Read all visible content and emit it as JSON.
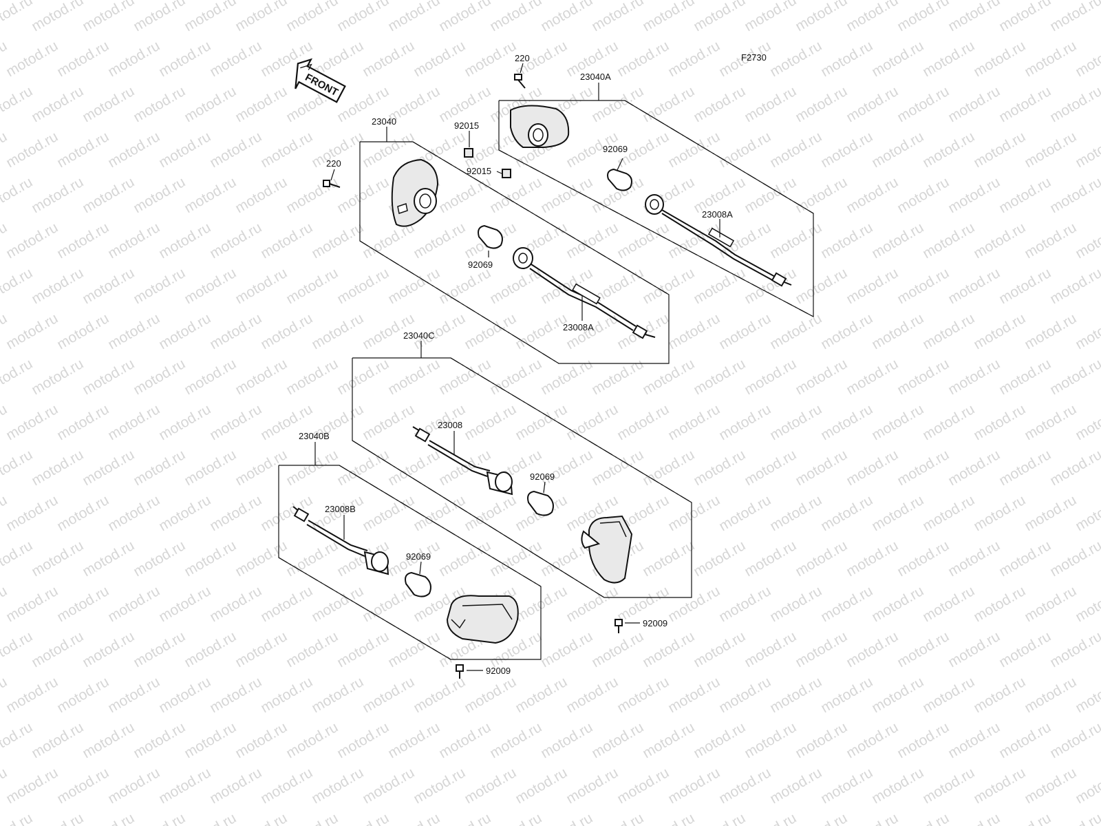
{
  "figure_code": "F2730",
  "front_marker": "FRONT",
  "watermark": "motod.ru",
  "labels": {
    "screw_220_upper": "220",
    "screw_220_left": "220",
    "assy_23040A": "23040A",
    "assy_23040": "23040",
    "nut_92015_a": "92015",
    "nut_92015_b": "92015",
    "bulb_92069_a": "92069",
    "bulb_92069_b": "92069",
    "bulb_92069_c": "92069",
    "bulb_92069_d": "92069",
    "harness_23008A_a": "23008A",
    "harness_23008A_b": "23008A",
    "assy_23040C": "23040C",
    "harness_23008": "23008",
    "assy_23040B": "23040B",
    "harness_23008B": "23008B",
    "screw_92009_a": "92009",
    "screw_92009_b": "92009"
  }
}
